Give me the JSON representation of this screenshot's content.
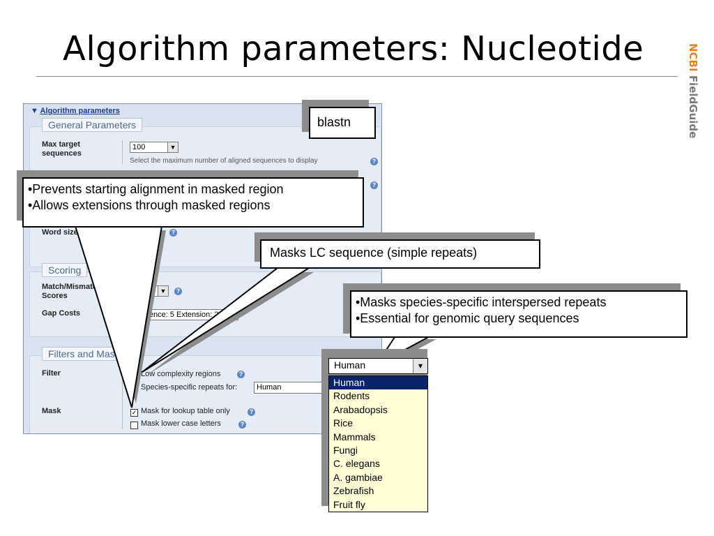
{
  "slide": {
    "title": "Algorithm parameters: Nucleotide",
    "brand_a": "NCBI",
    "brand_b": "FieldGuide"
  },
  "panel": {
    "header": "Algorithm parameters",
    "general": {
      "title": "General Parameters",
      "max_target_label": "Max target sequences",
      "max_target_value": "100",
      "max_target_hint": "Select the maximum number of aligned sequences to display",
      "word_size_label": "Word size"
    },
    "scoring": {
      "title": "Scoring",
      "match_label": "Match/Mismatch Scores",
      "gap_label": "Gap Costs",
      "gap_value": "Existence: 5 Extension: 2"
    },
    "filters": {
      "title": "Filters and Masking",
      "filter_label": "Filter",
      "low_complexity": "Low complexity regions",
      "species_specific": "Species-specific repeats for:",
      "species_value": "Human",
      "mask_label": "Mask",
      "mask_lookup": "Mask for lookup table only",
      "mask_lower": "Mask lower case letters"
    }
  },
  "callouts": {
    "blastn": "blastn",
    "lookup_line1": "•Prevents starting alignment in masked region",
    "lookup_line2": "•Allows extensions through masked regions",
    "lc": "Masks LC sequence (simple repeats)",
    "species_line1": "•Masks species-specific interspersed repeats",
    "species_line2": "•Essential for genomic query sequences"
  },
  "dropdown": {
    "selected": "Human",
    "options": [
      "Human",
      "Rodents",
      "Arabadopsis",
      "Rice",
      "Mammals",
      "Fungi",
      "C. elegans",
      "A. gambiae",
      "Zebrafish",
      "Fruit fly"
    ]
  }
}
